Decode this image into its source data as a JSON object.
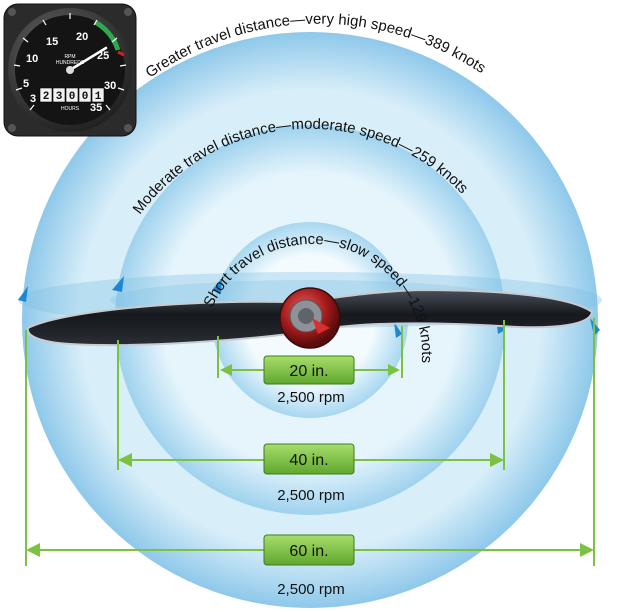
{
  "gauge": {
    "unit_label": "RPM",
    "sub_label": "HUNDREDS",
    "dial_numbers": [
      "5",
      "10",
      "15",
      "20",
      "25",
      "30",
      "35",
      "3"
    ],
    "odometer_digits": [
      "2",
      "3",
      "0",
      "0",
      "1"
    ],
    "hours_label": "HOURS",
    "colors": {
      "face": "#151515",
      "bezel": "#3a3a3a",
      "green_arc": "#2fa84f",
      "red_line": "#d22020",
      "needle": "#ffffff"
    }
  },
  "arcs": {
    "outer": "Greater travel distance—very high speed—389 knots",
    "middle": "Moderate travel distance—moderate speed—259 knots",
    "inner": "Short travel distance—slow speed—129 knots"
  },
  "measurements": [
    {
      "length_label": "20 in.",
      "rpm_label": "2,500 rpm"
    },
    {
      "length_label": "40 in.",
      "rpm_label": "2,500 rpm"
    },
    {
      "length_label": "60 in.",
      "rpm_label": "2,500 rpm"
    }
  ],
  "colors": {
    "disc_outer": "#a9d6ee",
    "disc_mid": "#c9e7f6",
    "disc_inner": "#e6f5fc",
    "arrow_line": "#7cc242",
    "label_box": "#7fbf3f",
    "label_box_border": "#3c7d1e",
    "blade": "#1c1f24",
    "hub": "#b42222"
  }
}
